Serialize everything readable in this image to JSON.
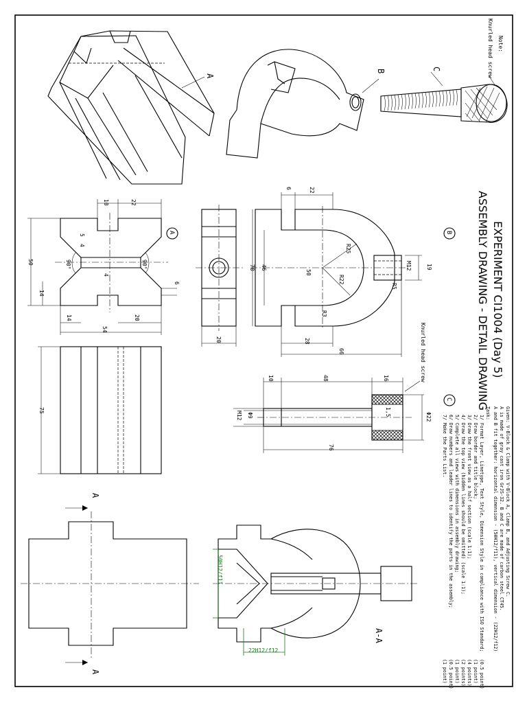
{
  "note": {
    "title": "Note:",
    "text": "Knurled head screw"
  },
  "title": {
    "line1": "EXPERIMENT CI1004 (Day 5)",
    "line2": "ASSEMBLY DRAWING - DETAIL DRAWING"
  },
  "labels": {
    "part_a": "A",
    "part_b": "B",
    "part_c": "C",
    "circle_a": "A",
    "circle_b": "B",
    "circle_c": "C",
    "section": "A-A",
    "arrow_a1": "A",
    "arrow_a2": "A",
    "knurl_leader": "Knurled head screw"
  },
  "dims_a": {
    "d10": "10",
    "d22": "22",
    "d50": "50",
    "d5": "5",
    "d4a": "4",
    "d90a": "90°",
    "d90b": "90°",
    "d4b": "4",
    "d14v": "14",
    "d6": "6",
    "d14h": "14",
    "d20": "20",
    "d54": "54",
    "d75": "75"
  },
  "dims_b": {
    "d6": "6",
    "d22": "22",
    "d70": "70",
    "d46": "46",
    "d50": "50",
    "r25": "R25",
    "r22": "R22",
    "m12": "M12",
    "d19": "19",
    "r5": "R5",
    "r3": "R3",
    "d28": "28",
    "d66": "66",
    "d20": "20"
  },
  "dims_c": {
    "d10": "10",
    "d48": "48",
    "d16": "16",
    "m12": "M12",
    "phi9": "Φ9",
    "d15": "1,5",
    "phi22": "Φ22",
    "d76": "76"
  },
  "fits": {
    "f1": "50H12/f11",
    "f2": "22H12/f12"
  },
  "given": {
    "l1": "Given: V-Block & Clamp with V-Block A, Clamp B, and Adjusting Screw C.",
    "l2": "A is made of gray cast iron GrJS-32. B and C are made of carbon steel CT45.",
    "l3": "A and B fit together: horizontal dimension - (50H12/f11), vertical dimension - (22H12/f12)"
  },
  "task": {
    "heading": "Task:",
    "items": [
      {
        "text": "1/ Format Layer, Linetype, Text Style, Dimension Style in compliance with ISO Standard;",
        "points": "(0.5 point)"
      },
      {
        "text": "2/ Draw border and title block;",
        "points": "(1 point)"
      },
      {
        "text": "3/ Draw the front view as a half section (scale 1:1);",
        "points": "(4 points)"
      },
      {
        "text": "4/ Draw the top view (hidden lines should be omitted) (scale 1:1);",
        "points": "(2 points)"
      },
      {
        "text": "5/ Complete all views with dimensions in assembly drawing;",
        "points": "(1 point)"
      },
      {
        "text": "6/ Draw numbers and leader lines to identify the parts in the assembly;",
        "points": "(0.5 point)"
      },
      {
        "text": "7/ Make the Parts List.",
        "points": "(1 point)"
      }
    ]
  }
}
